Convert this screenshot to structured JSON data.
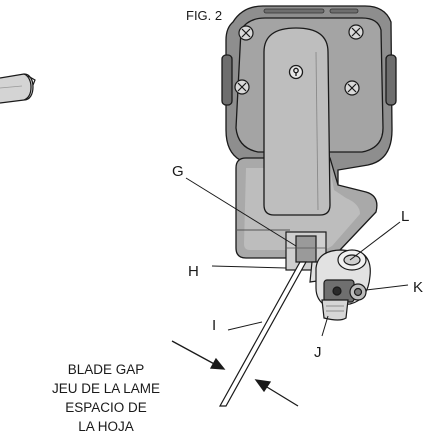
{
  "figure": {
    "label": "FIG. 2"
  },
  "callouts": {
    "g": "G",
    "h": "H",
    "i": "I",
    "j": "J",
    "k": "K",
    "l": "L"
  },
  "caption": {
    "line1": "BLADE GAP",
    "line2": "JEU DE LA LAME",
    "line3": "ESPACIO DE",
    "line4": "LA HOJA"
  }
}
